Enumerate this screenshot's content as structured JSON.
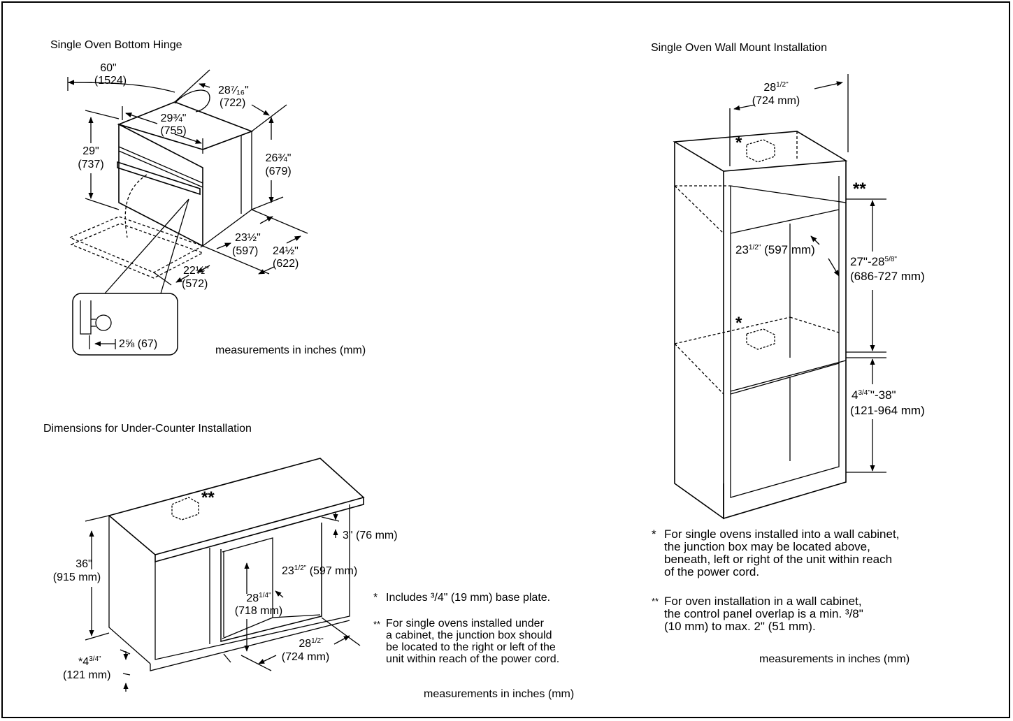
{
  "panel_bottom_hinge": {
    "title": "Single Oven Bottom Hinge",
    "cord": {
      "in": "60\"",
      "mm": "(1524)"
    },
    "depth_total": {
      "in": "28⁷⁄₁₆\"",
      "mm": "(722)"
    },
    "width": {
      "in": "29¾\"",
      "mm": "(755)"
    },
    "height": {
      "in": "29\"",
      "mm": "(737)"
    },
    "height_rear": {
      "in": "26¾\"",
      "mm": "(679)"
    },
    "cutout_w": {
      "in": "23½\"",
      "mm": "(597)"
    },
    "cutout_d": {
      "in": "24½\"",
      "mm": "(622)"
    },
    "door_open": {
      "in": "22½\"",
      "mm": "(572)"
    },
    "handle": "2⅝ (67)",
    "units": "measurements in inches (mm)"
  },
  "panel_under_counter": {
    "title": "Dimensions for Under-Counter Installation",
    "marker": "**",
    "height": {
      "in": "36\"",
      "mm": "(915 mm)"
    },
    "top_gap": "3\" (76 mm)",
    "inner_width": "(597 mm)",
    "inner_width_in": "23",
    "inner_height": {
      "in": "28",
      "mm": "(718 mm)"
    },
    "width": {
      "in": "28",
      "mm": "(724 mm)"
    },
    "base": {
      "in": "*4",
      "mm": "(121 mm)"
    },
    "frac_half": "1/2\"",
    "frac_quarter": "1/4\"",
    "frac_three_q": "3/4\"",
    "note1_mark": "*",
    "note1": "Includes ³/4\" (19 mm) base plate.",
    "note2_mark": "**",
    "note2": "For single ovens installed under\na cabinet, the junction box should\nbe located to the right or left of the\nunit within reach of the power cord.",
    "units": "measurements in inches (mm)"
  },
  "panel_wall_mount": {
    "title": "Single Oven Wall Mount Installation",
    "width": {
      "in": "28",
      "mm": "(724 mm)"
    },
    "star": "*",
    "dstar": "**",
    "inner_width": {
      "in": "23",
      "mm": "(597 mm)"
    },
    "opening": {
      "in": "27\"-28",
      "mm": "(686-727 mm)"
    },
    "base": {
      "in": "4",
      "mm": "(121-964 mm)"
    },
    "base_rest": "\"-38\"",
    "frac_5_8": "5/8\"",
    "note1_mark": "*",
    "note1": "For single ovens installed into a wall cabinet,\nthe junction box may be located above,\nbeneath, left or right of the unit within reach\nof the power cord.",
    "note2_mark": "**",
    "note2": "For oven installation in a wall cabinet,\nthe control panel overlap is a min. ³/8\"\n(10 mm) to max. 2\" (51 mm).",
    "units": "measurements in inches (mm)"
  }
}
